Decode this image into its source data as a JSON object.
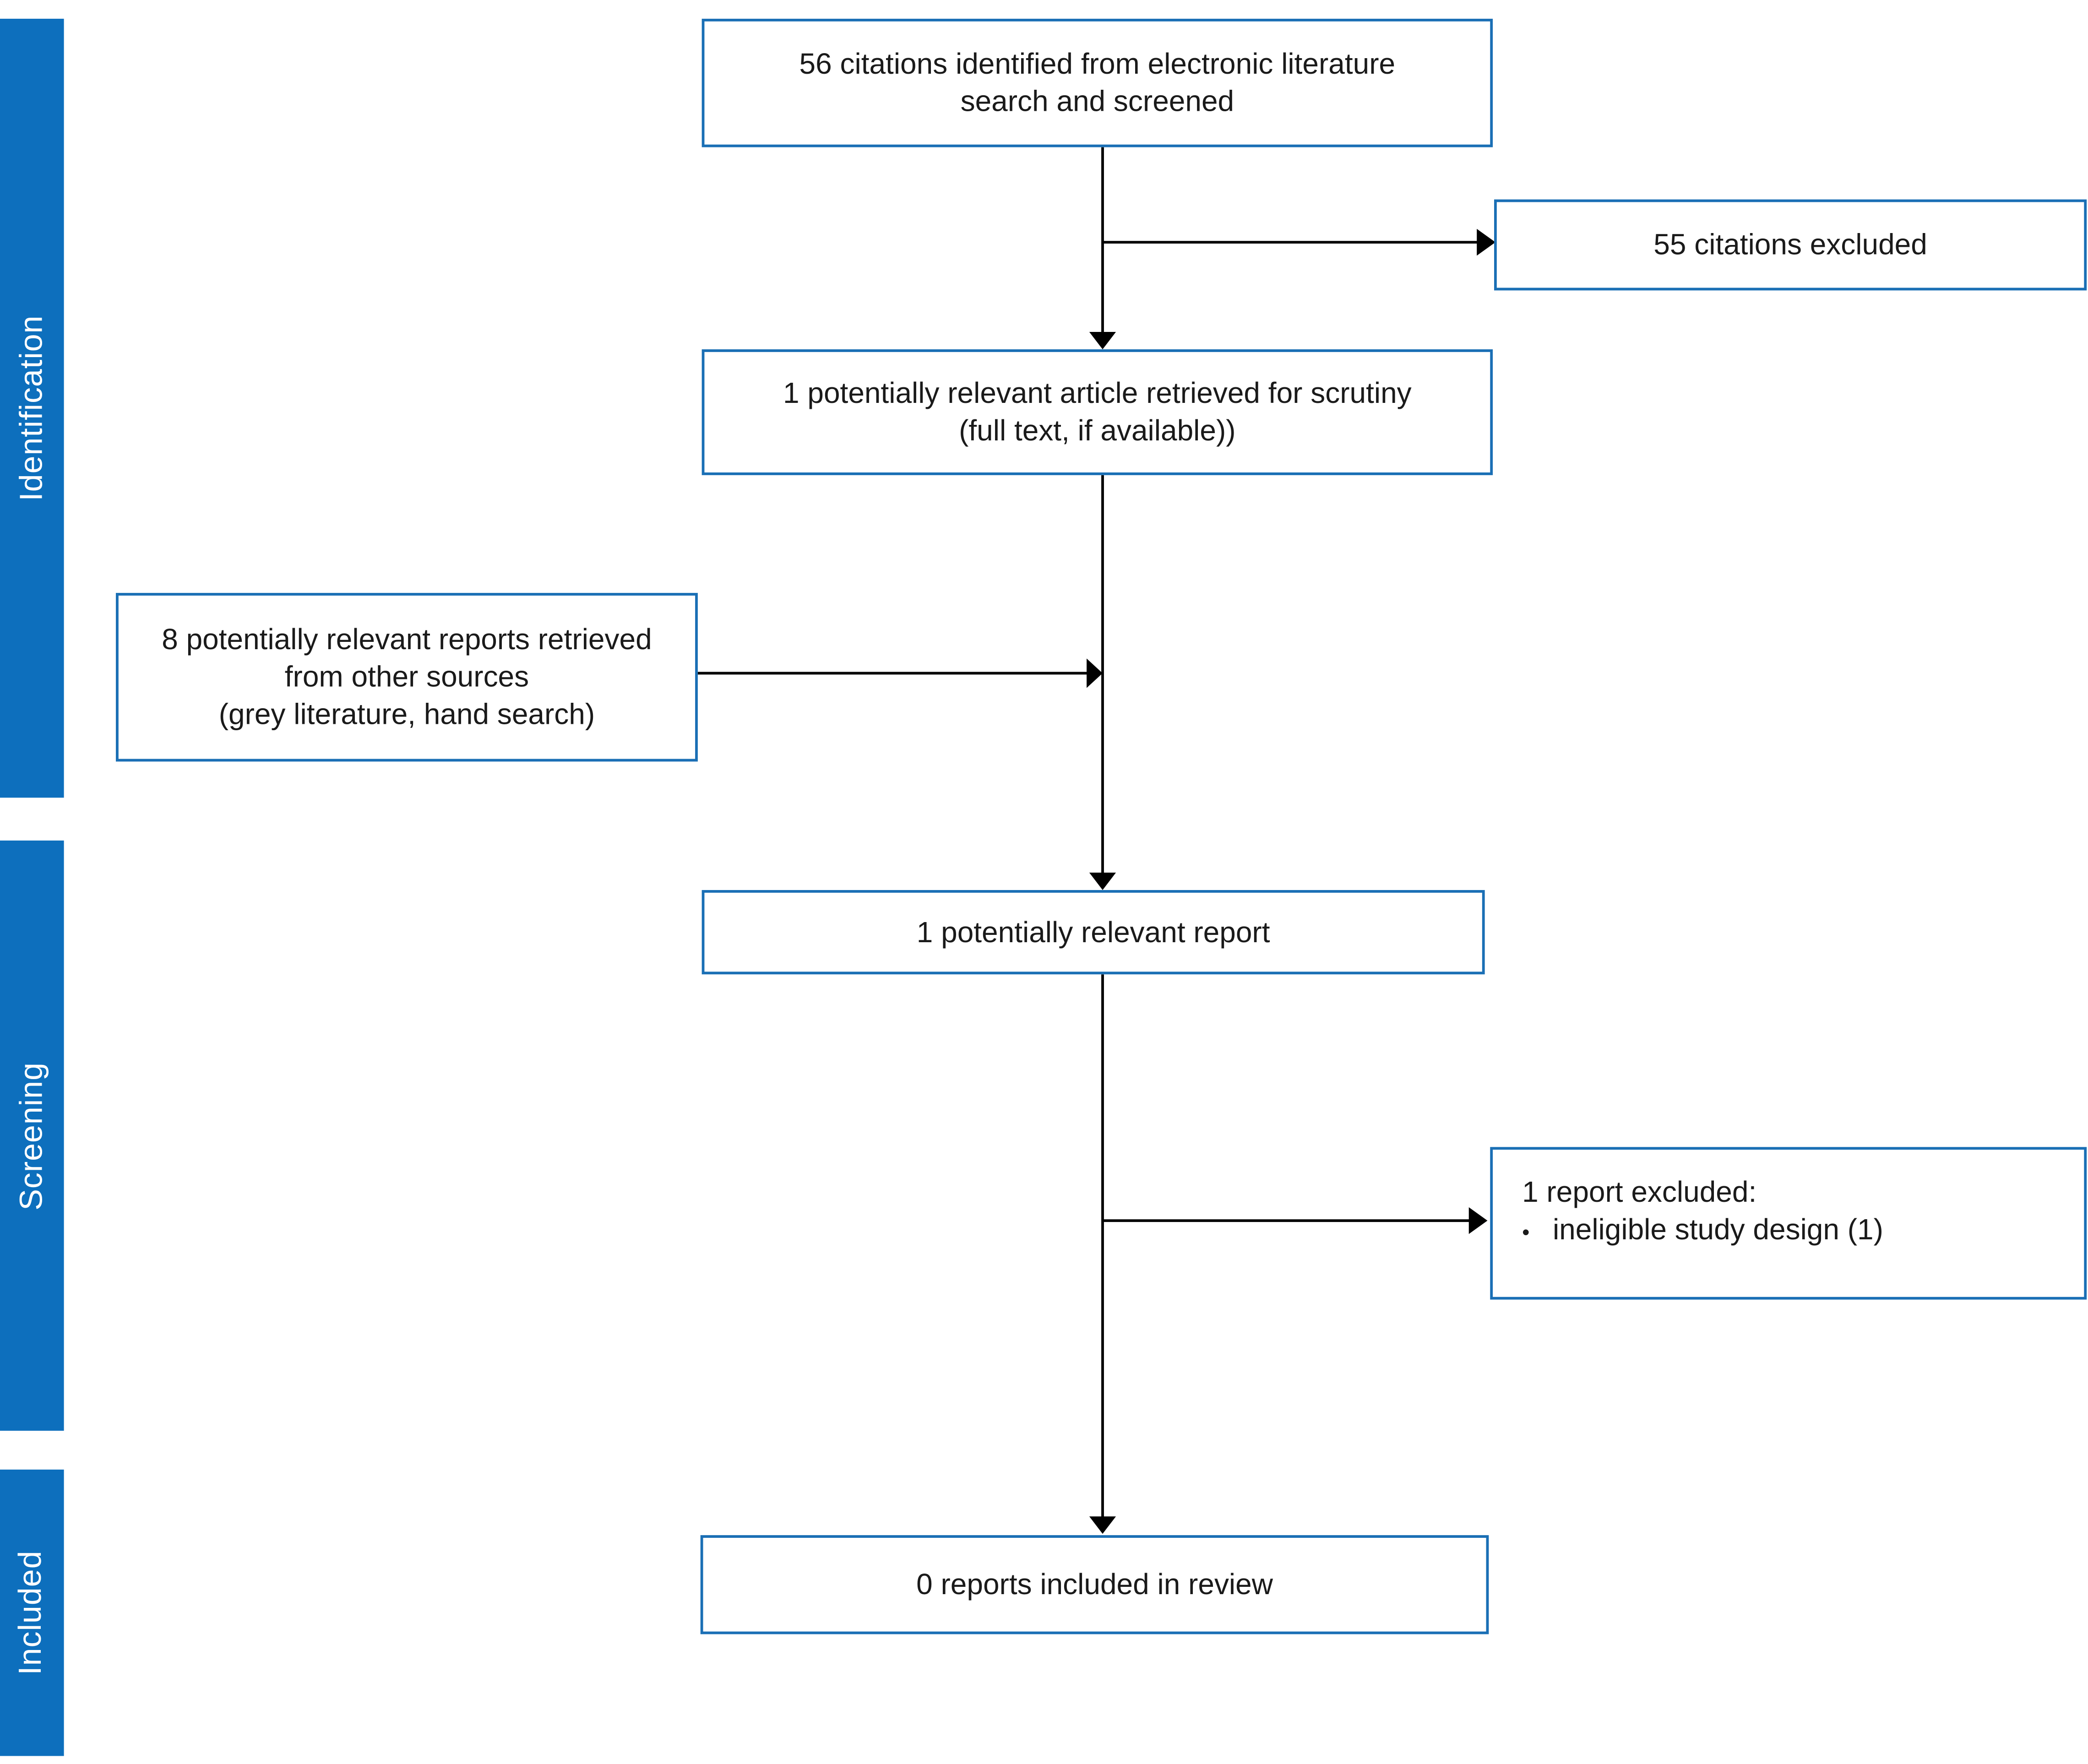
{
  "phases": {
    "identification": "Identification",
    "screening": "Screening",
    "included": "Included"
  },
  "boxes": {
    "search": [
      "56 citations identified from electronic literature",
      "search and screened"
    ],
    "excluded_citations": [
      "55 citations excluded"
    ],
    "retrieved_article": [
      "1 potentially relevant article retrieved for scrutiny",
      "(full text, if available))"
    ],
    "other_sources": [
      "8 potentially relevant reports retrieved",
      "from other sources",
      "(grey literature, hand search)"
    ],
    "relevant_report": [
      "1 potentially relevant report"
    ],
    "excluded_report": {
      "heading": "1 report excluded:",
      "bullets": [
        "ineligible study design (1)"
      ]
    },
    "included": [
      "0 reports included in review"
    ]
  },
  "colors": {
    "phase_fill": "#0d6fbd",
    "box_border": "#1a6fb5",
    "arrow": "#000000"
  }
}
